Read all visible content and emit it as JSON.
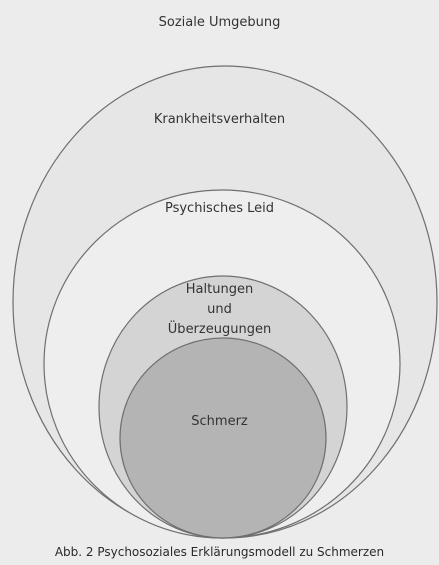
{
  "diagram": {
    "outer_label": "Soziale Umgebung",
    "level2_label": "Krankheitsverhalten",
    "level3_label": "Psychisches Leid",
    "level4_label_lines": [
      "Haltungen",
      "und",
      "Überzeugungen"
    ],
    "core_label": "Schmerz"
  },
  "caption": "Abb. 2 Psychosoziales Erklärungsmodell zu Schmerzen",
  "colors": {
    "background": "#ececec",
    "level2_fill": "#e6e6e6",
    "level3_fill": "#eeeeee",
    "level4_fill": "#d4d4d4",
    "core_fill": "#b4b4b4",
    "stroke": "#6f6f6f"
  }
}
